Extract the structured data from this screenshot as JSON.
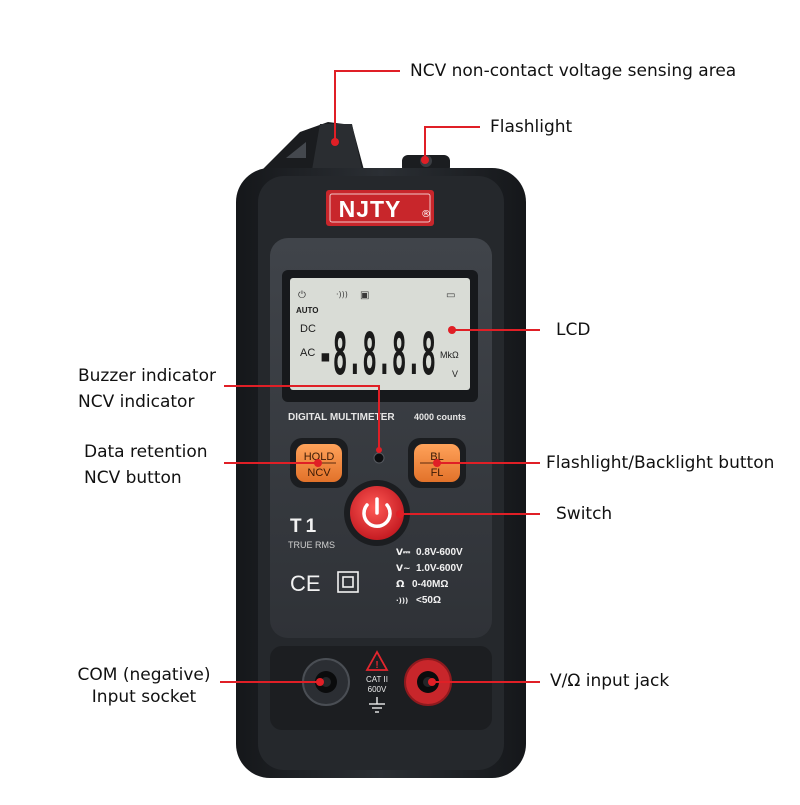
{
  "device": {
    "brand": "NJTY",
    "registered_mark": "®",
    "model": "T1",
    "model_subtitle": "TRUE RMS",
    "panel_title": "DIGITAL MULTIMETER",
    "counts": "4000 counts",
    "cert_marks": "CE",
    "lcd": {
      "digits": "-8.8.8.8",
      "auto": "AUTO",
      "dc": "DC",
      "ac": "AC",
      "unit_ohm": "MkΩ",
      "unit_v": "V"
    },
    "buttons": {
      "hold_top": "HOLD",
      "hold_bottom": "NCV",
      "bl_top": "BL",
      "bl_bottom": "FL"
    },
    "specs": [
      {
        "sym": "V⎓",
        "range": "0.8V-600V"
      },
      {
        "sym": "V~",
        "range": "1.0V-600V"
      },
      {
        "sym": "Ω",
        "range": "0-40MΩ"
      },
      {
        "sym": "·)))",
        "range": "<50Ω"
      }
    ],
    "cat_rating": "CAT II",
    "cat_voltage": "600V"
  },
  "callouts": {
    "ncv_area": "NCV non-contact voltage sensing area",
    "flashlight": "Flashlight",
    "lcd": "LCD",
    "buzzer_line1": "Buzzer indicator",
    "buzzer_line2": "NCV indicator",
    "hold_line1": "Data retention",
    "hold_line2": "NCV button",
    "bl_button": "Flashlight/Backlight button",
    "switch": "Switch",
    "com_line1": "COM (negative)",
    "com_line2": "Input socket",
    "vohm_jack": "V/Ω input jack"
  },
  "colors": {
    "callout_line": "#e01f26",
    "body": "#1f2226",
    "panel": "#3a3e44",
    "lcd_bg": "#d9dcd6",
    "brand_red": "#c8262b",
    "button_orange": "#f08a3c",
    "power_red": "#e3262e"
  }
}
